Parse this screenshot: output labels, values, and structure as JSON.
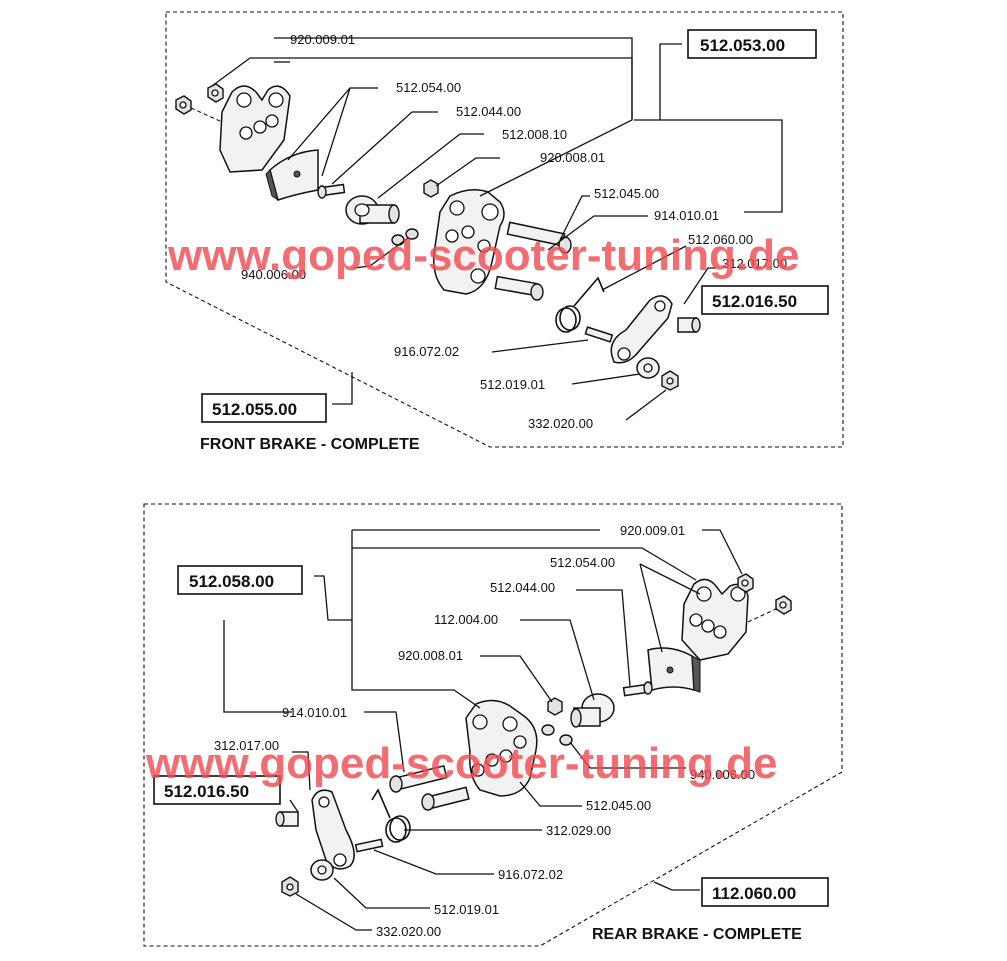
{
  "watermark": "www.goped-scooter-tuning.de",
  "front": {
    "title": "FRONT BRAKE - COMPLETE",
    "boxes": [
      "512.053.00",
      "512.016.50",
      "512.055.00"
    ],
    "labels": [
      "920.009.01",
      "512.054.00",
      "512.044.00",
      "512.008.10",
      "920.008.01",
      "512.045.00",
      "914.010.01",
      "512.060.00",
      "312.017.00",
      "940.006.00",
      "916.072.02",
      "512.019.01",
      "332.020.00"
    ]
  },
  "rear": {
    "title": "REAR BRAKE - COMPLETE",
    "boxes": [
      "512.058.00",
      "512.016.50",
      "112.060.00"
    ],
    "labels": [
      "920.009.01",
      "512.054.00",
      "512.044.00",
      "112.004.00",
      "920.008.01",
      "914.010.01",
      "312.017.00",
      "940.006.00",
      "512.045.00",
      "312.029.00",
      "916.072.02",
      "512.019.01",
      "332.020.00"
    ]
  }
}
